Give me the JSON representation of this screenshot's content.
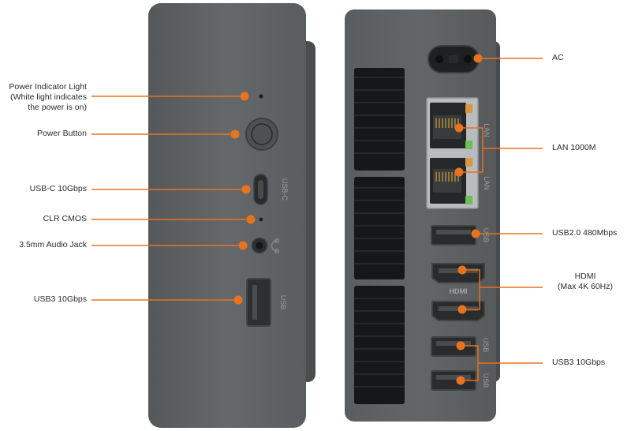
{
  "front_labels": {
    "power_led": [
      "Power Indicator Light",
      "(White light indicates",
      "the power is on)"
    ],
    "power_button": "Power Button",
    "usbc": "USB-C 10Gbps",
    "clr_cmos": "CLR CMOS",
    "audio": "3.5mm Audio Jack",
    "usb3": "USB3 10Gbps"
  },
  "rear_labels": {
    "ac": "AC",
    "lan": "LAN 1000M",
    "usb2": "USB2.0 480Mbps",
    "hdmi": [
      "HDMI",
      "(Max 4K 60Hz)"
    ],
    "usb3": "USB3 10Gbps"
  },
  "port_markings": {
    "usbc": "USB-C",
    "usb_front": "USB",
    "lan_top": "LAN",
    "lan_bottom": "LAN",
    "usb2": "USB",
    "hdmi": "HDMI",
    "usb3_top": "USB",
    "usb3_bottom": "USB"
  },
  "colors": {
    "accent": "#e8731e",
    "chassis": "#5f6264",
    "chassis_side": "#6d7072"
  }
}
